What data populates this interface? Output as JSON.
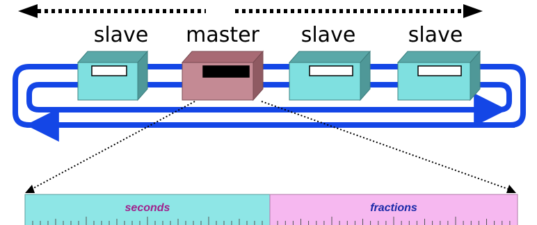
{
  "nodes": [
    {
      "role": "slave",
      "label": "slave"
    },
    {
      "role": "master",
      "label": "master"
    },
    {
      "role": "slave",
      "label": "slave"
    },
    {
      "role": "slave",
      "label": "slave"
    }
  ],
  "fields": {
    "seconds": {
      "label": "seconds",
      "color": "#a0228c"
    },
    "fractions": {
      "label": "fractions",
      "color": "#1a2aa8"
    }
  },
  "colors": {
    "ring": "#1446e6",
    "slave_face": "#7fe0e0",
    "slave_top": "#5aa8a8",
    "slave_side": "#4f9898",
    "master_face": "#c48a94",
    "master_top": "#a86a74",
    "master_side": "#8f5a62",
    "seconds_fill": "#8ee6e6",
    "fractions_fill": "#f6b8f0"
  }
}
